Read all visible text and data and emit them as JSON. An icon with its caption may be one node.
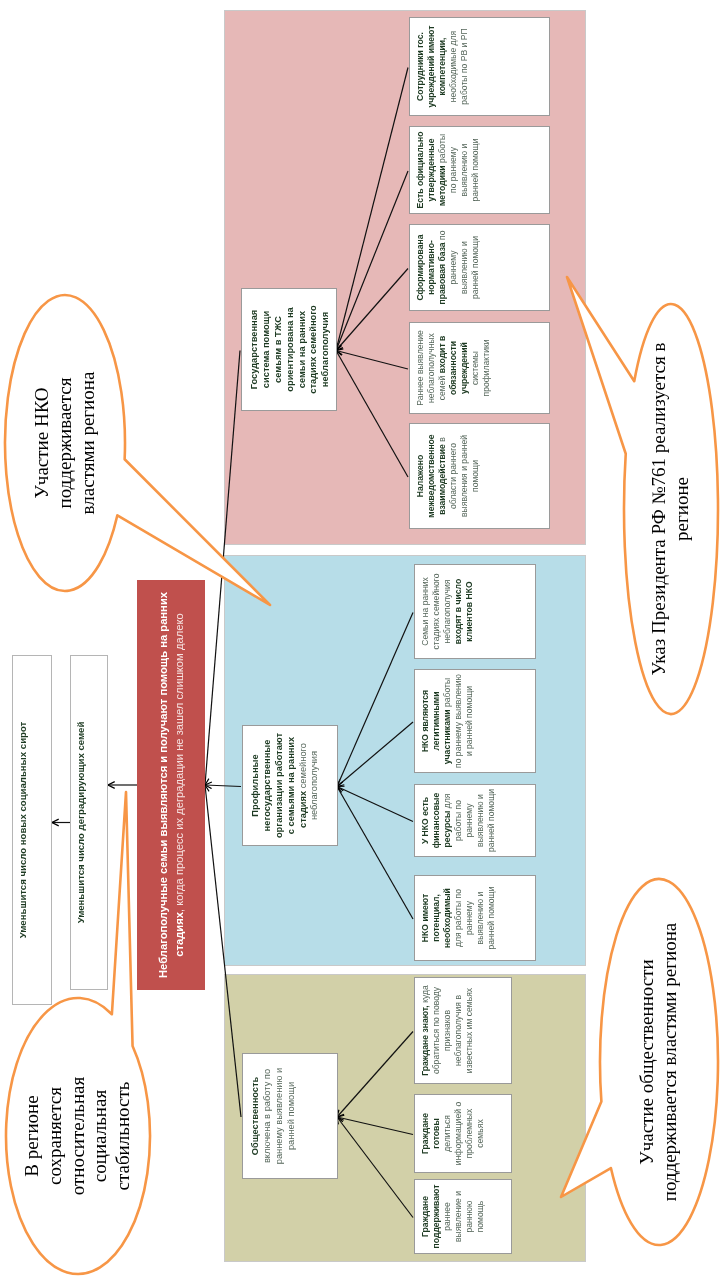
{
  "diagram": {
    "nodes": [
      {
        "text": [
          "В регионе сохраняется относительная социальная стабильность"
        ]
      },
      {
        "text": [
          "Уменьшится число новых социальных сирот"
        ]
      },
      {
        "text": [
          "Уменьшится число деградирующих семей"
        ]
      },
      {
        "text": [
          "**Неблагополучные семьи выявляются и получают помощь на ранних стадиях**, когда процесс их деградации не зашел слишком далеко"
        ]
      },
      {
        "text": [
          "Участие НКО поддерживается властями региона"
        ]
      },
      {
        "text": [],
        "shape": "box"
      },
      {
        "text": [
          "Государственная система помощи семьям в ТЖС ориентирована на семьи на ранних стадиях семейного неблагополучия"
        ],
        "in": 5
      },
      {
        "text": [
          "**Налажено межведомственное взаимодействие** в области раннего выявления и ранней помощи"
        ],
        "in": 5
      },
      {
        "text": [
          "Раннее выявление неблагополучных семей **входит в обязанности учреждений** системы профилактики"
        ],
        "in": 5
      },
      {
        "text": [
          "**Сформирована нормативно-правовая база** по раннему выявлению и ранней помощи"
        ],
        "in": 5
      },
      {
        "text": [
          "**Есть официально утвержденные методики** работы по раннему выявлению и ранней помощи"
        ],
        "in": 5
      },
      {
        "text": [
          "**Сотрудники гос. учреждений имеют компетенции,** необходимые для работы по РВ и РП"
        ],
        "in": 5
      },
      {
        "text": [],
        "shape": "box"
      },
      {
        "text": [
          "**Профильные негосударственные организации работают с семьями на ранних стадиях** семейного неблагополучия"
        ],
        "in": 12
      },
      {
        "text": [
          "**НКО имеют потенциал, необходимый** для работы по раннему выявлению и ранней помощи"
        ],
        "in": 12
      },
      {
        "text": [
          "**У НКО есть финансовые ресурсы** для работы по раннему выявлению и ранней помощи"
        ],
        "in": 12
      },
      {
        "text": [
          "**НКО являются легитимными участниками** работы по раннему выявлению и ранней помощи"
        ],
        "in": 12
      },
      {
        "text": [
          "Семьи на ранних стадиях семейного неблагополучия **входят в число клиентов НКО**"
        ],
        "in": 12
      },
      {
        "text": [],
        "shape": "box"
      },
      {
        "text": [
          "**Общественность** включена в работу по раннему выявлению и ранней помощи"
        ],
        "in": 18
      },
      {
        "text": [
          "**Граждане поддерживают** раннее выявление и раннюю помощь"
        ],
        "in": 18
      },
      {
        "text": [
          "**Граждане готовы** делиться информацией о проблемных семьях"
        ],
        "in": 18
      },
      {
        "text": [
          "**Граждане знают,** куда обратиться по поводу признаков неблагополучия в известных им семьях"
        ],
        "in": 18
      },
      {
        "text": [
          "Указ Президента РФ №761 реализуется в регионе"
        ]
      },
      {
        "text": [
          "Участие общественности поддерживается властями региона"
        ]
      }
    ],
    "edges": [
      {
        "from": 3,
        "to": 2,
        "arrow": "to"
      },
      {
        "from": 2,
        "to": 1,
        "arrow": "to"
      },
      {
        "from": 6,
        "to": 3,
        "arrow": "to"
      },
      {
        "from": 13,
        "to": 3,
        "arrow": "to"
      },
      {
        "from": 19,
        "to": 3,
        "arrow": "to"
      },
      {
        "from": 7,
        "to": 6,
        "arrow": "to"
      },
      {
        "from": 8,
        "to": 6,
        "arrow": "to"
      },
      {
        "from": 9,
        "to": 6,
        "arrow": "to"
      },
      {
        "from": 10,
        "to": 6,
        "arrow": "to"
      },
      {
        "from": 11,
        "to": 6,
        "arrow": "to"
      },
      {
        "from": 14,
        "to": 13,
        "arrow": "to"
      },
      {
        "from": 15,
        "to": 13,
        "arrow": "to"
      },
      {
        "from": 16,
        "to": 13,
        "arrow": "to"
      },
      {
        "from": 17,
        "to": 13,
        "arrow": "to"
      },
      {
        "from": 20,
        "to": 19,
        "arrow": "to"
      },
      {
        "from": 21,
        "to": 19,
        "arrow": "to"
      },
      {
        "from": 22,
        "to": 19,
        "arrow": "to"
      }
    ]
  }
}
